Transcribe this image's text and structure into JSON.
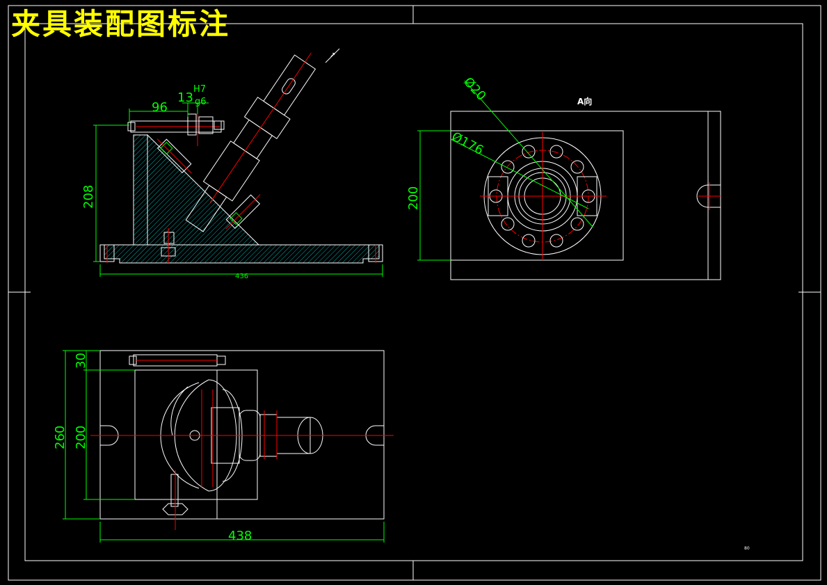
{
  "title": "夹具装配图标注",
  "front_view": {
    "dim_width": "96",
    "dim_small": "13",
    "fit_upper": "H7",
    "fit_lower": "g6",
    "dim_height": "208",
    "dim_base": "436"
  },
  "side_view": {
    "label": "A向",
    "dim_hole": "Ø20",
    "dim_bolt_circle": "Ø176",
    "dim_height": "200"
  },
  "top_view": {
    "dim_30": "30",
    "dim_260": "260",
    "dim_200": "200",
    "dim_438": "438"
  },
  "corner_mark": "80",
  "colors": {
    "dimension": "#00ff00",
    "outline": "#ffffff",
    "center": "#ff0000",
    "hatch": "#00c8c8",
    "title": "#ffff00"
  }
}
